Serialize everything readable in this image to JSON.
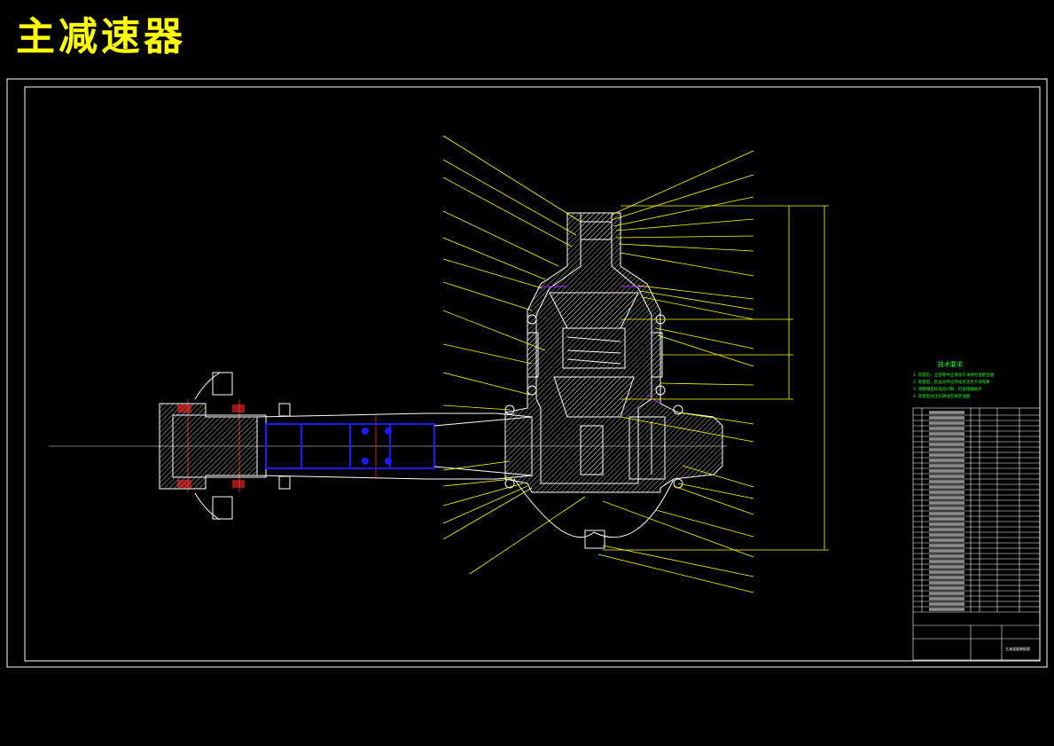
{
  "title": {
    "text": "主减速器",
    "color": "#ffff00"
  },
  "colors": {
    "background": "#000000",
    "frame": "#ffffff",
    "leader": "#ffff00",
    "shaft": "#1a1aff",
    "centerline": "#ff2a2a",
    "notes": "#22ff22",
    "seal": "#9a2bd6"
  },
  "tech_requirements": {
    "heading": "技术要求",
    "lines": [
      "1. 装配前，全部零件应清洗干净并检查配合面",
      "2. 装配后，各运动件应转动灵活无卡滞现象",
      "3. 调整锥齿轮啮合间隙，检查接触斑点",
      "4. 装配后加注润滑油至规定油面"
    ]
  },
  "title_block": {
    "drawing_name": "主减速器装配图"
  }
}
